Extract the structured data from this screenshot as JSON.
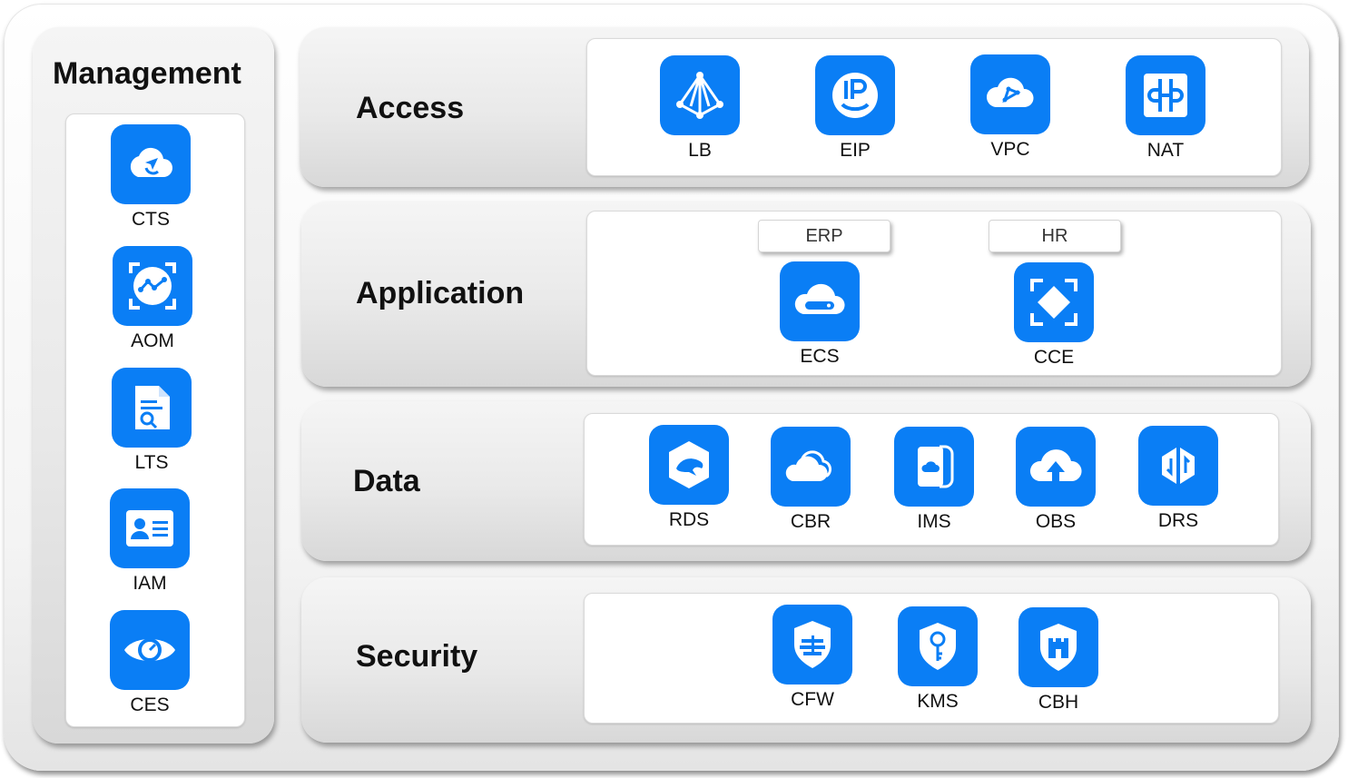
{
  "management": {
    "title": "Management",
    "services": [
      {
        "label": "CTS",
        "icon": "cloud-trace-icon"
      },
      {
        "label": "AOM",
        "icon": "monitoring-graph-icon"
      },
      {
        "label": "LTS",
        "icon": "log-search-icon"
      },
      {
        "label": "IAM",
        "icon": "id-card-icon"
      },
      {
        "label": "CES",
        "icon": "eye-gauge-icon"
      }
    ]
  },
  "layers": {
    "access": {
      "title": "Access",
      "services": [
        {
          "label": "LB",
          "icon": "load-balancer-icon"
        },
        {
          "label": "EIP",
          "icon": "elastic-ip-icon"
        },
        {
          "label": "VPC",
          "icon": "virtual-cloud-icon"
        },
        {
          "label": "NAT",
          "icon": "nat-gateway-icon"
        }
      ]
    },
    "application": {
      "title": "Application",
      "tags": [
        "ERP",
        "HR"
      ],
      "services": [
        {
          "label": "ECS",
          "icon": "cloud-server-icon"
        },
        {
          "label": "CCE",
          "icon": "container-engine-icon"
        }
      ]
    },
    "data": {
      "title": "Data",
      "services": [
        {
          "label": "RDS",
          "icon": "dolphin-database-icon"
        },
        {
          "label": "CBR",
          "icon": "cloud-backup-icon"
        },
        {
          "label": "IMS",
          "icon": "image-service-icon"
        },
        {
          "label": "OBS",
          "icon": "cloud-upload-icon"
        },
        {
          "label": "DRS",
          "icon": "data-replication-icon"
        }
      ]
    },
    "security": {
      "title": "Security",
      "services": [
        {
          "label": "CFW",
          "icon": "firewall-shield-icon"
        },
        {
          "label": "KMS",
          "icon": "key-shield-icon"
        },
        {
          "label": "CBH",
          "icon": "bastion-shield-icon"
        }
      ]
    }
  },
  "colors": {
    "icon_background": "#0a7ef5",
    "icon_foreground": "#ffffff"
  }
}
